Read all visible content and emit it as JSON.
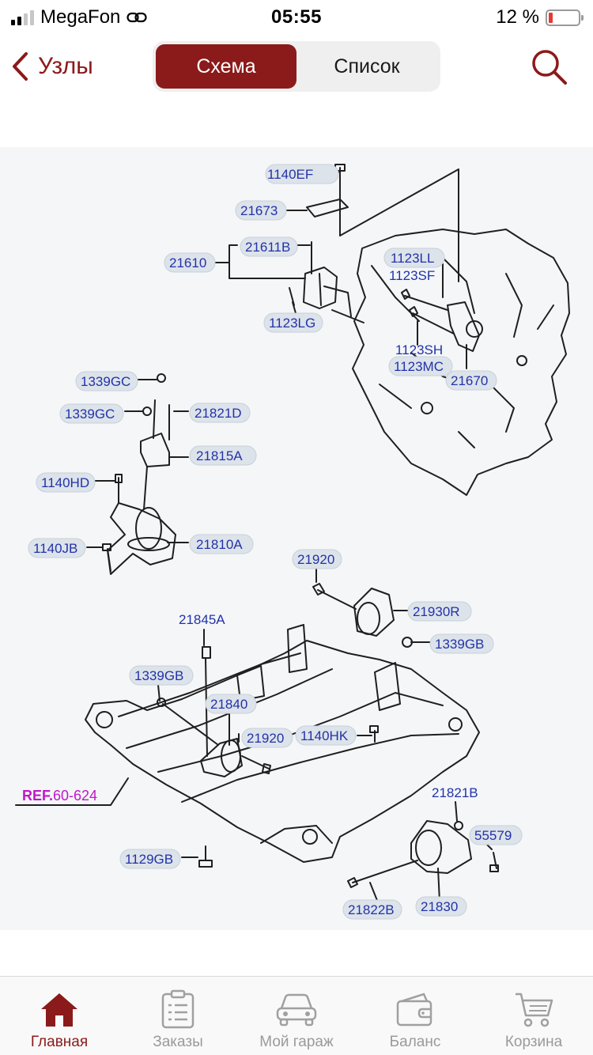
{
  "status_bar": {
    "carrier": "MegaFon",
    "time": "05:55",
    "battery_percent": "12 %",
    "battery_level": 0.12
  },
  "nav": {
    "back_label": "Узлы",
    "segments": [
      {
        "label": "Схема",
        "active": true
      },
      {
        "label": "Список",
        "active": false
      }
    ]
  },
  "diagram": {
    "labels": [
      "1140EF",
      "21673",
      "21611B",
      "21610",
      "1123LG",
      "1123LL",
      "1123SF",
      "1123SH",
      "1123MC",
      "21670",
      "1339GC",
      "1339GC",
      "21821D",
      "21815A",
      "1140HD",
      "21810A",
      "1140JB",
      "21920",
      "21930R",
      "1339GB",
      "21845A",
      "1339GB",
      "21840",
      "21920",
      "1140HK",
      "REF.60-624",
      "21821B",
      "55579",
      "1129GB",
      "21822B",
      "21830"
    ],
    "ref_prefix": "REF.",
    "ref_number": "60-624"
  },
  "tabs": [
    {
      "label": "Главная",
      "icon": "home-icon",
      "active": true
    },
    {
      "label": "Заказы",
      "icon": "orders-icon",
      "active": false
    },
    {
      "label": "Мой гараж",
      "icon": "car-icon",
      "active": false
    },
    {
      "label": "Баланс",
      "icon": "wallet-icon",
      "active": false
    },
    {
      "label": "Корзина",
      "icon": "cart-icon",
      "active": false
    }
  ],
  "colors": {
    "accent": "#8b1a1a",
    "label_text": "#2233a8",
    "label_bg": "#dde3ea",
    "ref_text": "#c018c8",
    "tab_inactive": "#9a9a9a"
  }
}
